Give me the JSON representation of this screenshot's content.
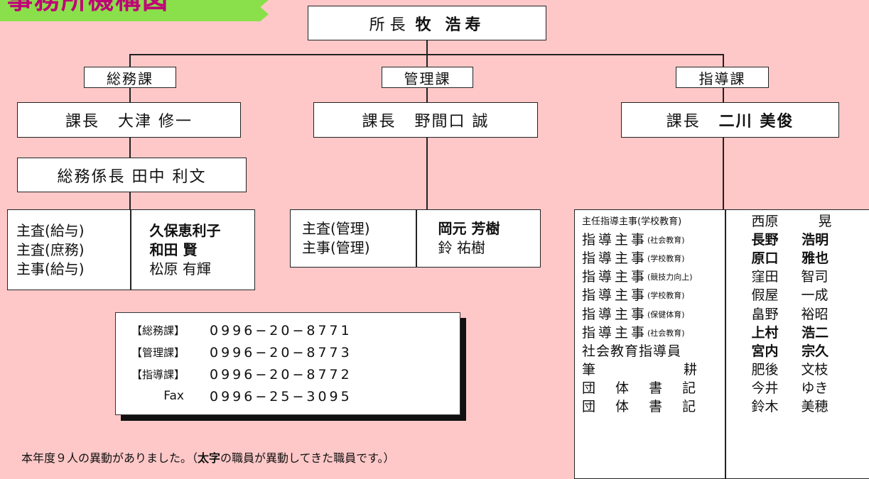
{
  "title": "事務所機構図",
  "director": {
    "role": "所 長",
    "name": "牧 浩寿"
  },
  "departments": {
    "general": {
      "name": "総務課",
      "chief": {
        "role": "課長",
        "name": "大津 修一"
      },
      "sub_chief": "総務係長 田中 利文",
      "staff": [
        {
          "role": "主査(給与)",
          "name": "久保恵利子"
        },
        {
          "role": "主査(庶務)",
          "name": "和田 賢"
        },
        {
          "role": "主事(給与)",
          "name": "松原 有輝"
        }
      ]
    },
    "management": {
      "name": "管理課",
      "chief": {
        "role": "課長",
        "name": "野間口 誠"
      },
      "staff": [
        {
          "role": "主査(管理)",
          "name": "岡元 芳樹"
        },
        {
          "role": "主事(管理)",
          "name": "鈴 祐樹"
        }
      ]
    },
    "guidance": {
      "name": "指導課",
      "chief": {
        "role": "課長",
        "name": "二川 美俊"
      },
      "staff": [
        {
          "role": "主任指導主事(学校教育)",
          "name": "西原 晃"
        },
        {
          "role": "指導主事",
          "sub": "(社会教育)",
          "name": "長野 浩明"
        },
        {
          "role": "指導主事",
          "sub": "(学校教育)",
          "name": "原口 雅也"
        },
        {
          "role": "指導主事",
          "sub": "(競技力向上)",
          "name": "窪田 智司"
        },
        {
          "role": "指導主事",
          "sub": "(学校教育)",
          "name": "假屋 一成"
        },
        {
          "role": "指導主事",
          "sub": "(保健体育)",
          "name": "畠野 裕昭"
        },
        {
          "role": "指導主事",
          "sub": "(社会教育)",
          "name": "上村 浩二"
        },
        {
          "role": "社会教育指導員",
          "name": "宮内 宗久"
        },
        {
          "role": "筆 耕",
          "name": "肥後 文枝"
        },
        {
          "role": "団 体 書 記",
          "name": "今井 ゆき"
        },
        {
          "role": "団 体 書 記",
          "name": "鈴木 美穂"
        }
      ]
    }
  },
  "phones": [
    {
      "label": "【総務課】",
      "number": "0996−20−8771"
    },
    {
      "label": "【管理課】",
      "number": "0996−20−8773"
    },
    {
      "label": "【指導課】",
      "number": "0996−20−8772"
    },
    {
      "label": "Fax",
      "number": "0996−25−3095"
    }
  ],
  "note": {
    "before": "本年度９人の異動がありました。（",
    "bold": "太字",
    "after": "の職員が異動してきた職員です。）"
  }
}
